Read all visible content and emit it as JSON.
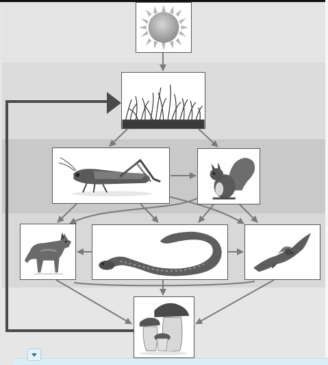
{
  "diagram": {
    "title": "",
    "nodes": [
      {
        "id": "sun",
        "name": "sun",
        "icon": "sun-icon"
      },
      {
        "id": "grass",
        "name": "grass",
        "icon": "grass-icon"
      },
      {
        "id": "grasshopper",
        "name": "grasshopper",
        "icon": "grasshopper-icon"
      },
      {
        "id": "squirrel",
        "name": "squirrel",
        "icon": "squirrel-icon"
      },
      {
        "id": "wolf",
        "name": "wolf",
        "icon": "wolf-icon"
      },
      {
        "id": "snake",
        "name": "snake",
        "icon": "snake-icon"
      },
      {
        "id": "hawk",
        "name": "hawk",
        "icon": "hawk-icon"
      },
      {
        "id": "mushrooms",
        "name": "mushrooms",
        "icon": "mushroom-icon"
      }
    ],
    "edges": [
      {
        "from": "sun",
        "to": "grass"
      },
      {
        "from": "grass",
        "to": "grasshopper"
      },
      {
        "from": "grass",
        "to": "squirrel"
      },
      {
        "from": "grasshopper",
        "to": "squirrel"
      },
      {
        "from": "grasshopper",
        "to": "wolf"
      },
      {
        "from": "grasshopper",
        "to": "snake"
      },
      {
        "from": "grasshopper",
        "to": "hawk"
      },
      {
        "from": "squirrel",
        "to": "wolf"
      },
      {
        "from": "squirrel",
        "to": "snake"
      },
      {
        "from": "squirrel",
        "to": "hawk"
      },
      {
        "from": "snake",
        "to": "wolf"
      },
      {
        "from": "snake",
        "to": "hawk"
      },
      {
        "from": "wolf",
        "to": "mushrooms"
      },
      {
        "from": "snake",
        "to": "mushrooms"
      },
      {
        "from": "hawk",
        "to": "mushrooms"
      },
      {
        "from": "mushrooms",
        "to": "grass"
      }
    ]
  },
  "colors": {
    "arrow": "#7a7a7a",
    "cycle_arrow": "#4a4a4a",
    "band_light": "#e6e6e6",
    "band_mid": "#dadada",
    "band_dark": "#c8c8c8"
  },
  "ui": {
    "expand_icon": "chevron-down-icon"
  }
}
